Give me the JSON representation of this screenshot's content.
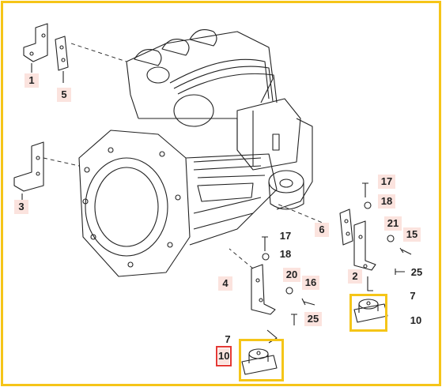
{
  "frame_color": "#f5c518",
  "highlight_color": "#f5c518",
  "selected_color": "#e53935",
  "callouts": {
    "c1": "1",
    "c5": "5",
    "c3": "3",
    "c17a": "17",
    "c18a": "18",
    "c6": "6",
    "c21": "21",
    "c15": "15",
    "c2": "2",
    "c25a": "25",
    "c7a": "7",
    "c10a": "10",
    "c17b": "17",
    "c18b": "18",
    "c4": "4",
    "c20": "20",
    "c16": "16",
    "c25b": "25",
    "c7b": "7",
    "c10b": "10"
  }
}
